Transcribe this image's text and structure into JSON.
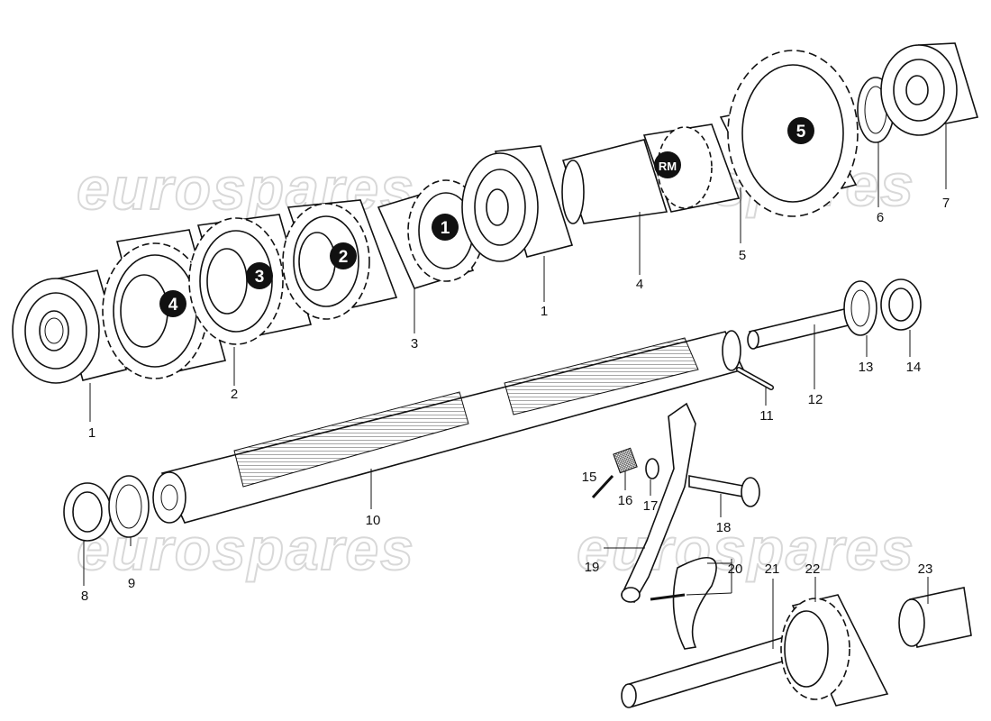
{
  "watermarks": [
    "eurospares",
    "eurospares",
    "eurospares",
    "eurospares"
  ],
  "badges": [
    "1",
    "2",
    "3",
    "4",
    "5",
    "RM"
  ],
  "callouts": [
    "1",
    "2",
    "3",
    "1",
    "4",
    "5",
    "6",
    "7",
    "10",
    "8",
    "9",
    "11",
    "12",
    "13",
    "14",
    "15",
    "16",
    "17",
    "18",
    "19",
    "20",
    "21",
    "22",
    "23"
  ]
}
